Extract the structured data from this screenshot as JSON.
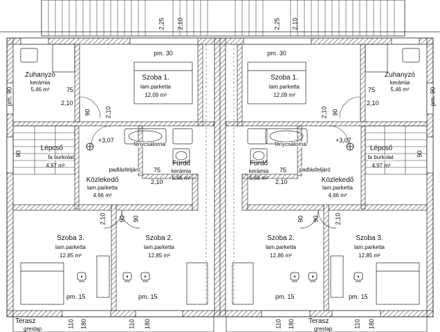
{
  "colors": {
    "wall": "#4a4a4a",
    "wall_fill": "#9c9c9c",
    "line": "#222222",
    "hatch": "#7a7a7a",
    "paper": "#ffffff"
  },
  "rooms": [
    {
      "id": "zuhanyzo-l",
      "name": "Zuhanyzó",
      "material": "kerámia",
      "area": "5,46 m²"
    },
    {
      "id": "szoba1-l",
      "name": "Szoba 1.",
      "material": "lam.parketta",
      "area": "12,09 m²"
    },
    {
      "id": "lepcso-l",
      "name": "Lépcső",
      "material": "fa burkolat",
      "area": "4,97 m²"
    },
    {
      "id": "furdo-l",
      "name": "Fürdő",
      "material": "kerámia",
      "area": "5,65 m²"
    },
    {
      "id": "kozlekedo-l",
      "name": "Közlekedő",
      "material": "lam.parketta",
      "area": "4,66 m²"
    },
    {
      "id": "szoba3-l",
      "name": "Szoba 3.",
      "material": "lam.parketta",
      "area": "12,85 m²"
    },
    {
      "id": "szoba2-l",
      "name": "Szoba 2.",
      "material": "lam.parketta",
      "area": "12,85 m²"
    },
    {
      "id": "szoba1-r",
      "name": "Szoba 1.",
      "material": "lam.parketta",
      "area": "12,09 m²"
    },
    {
      "id": "furdo-r",
      "name": "Fürdő",
      "material": "kerámia",
      "area": "5,65 m²"
    },
    {
      "id": "kozlekedo-r",
      "name": "Közlekedő",
      "material": "lam.parketta",
      "area": "4,66 m²"
    },
    {
      "id": "zuhanyzo-r",
      "name": "Zuhanyzó",
      "material": "kerámia",
      "area": "5,46 m²"
    },
    {
      "id": "lepcso-r",
      "name": "Lépcső",
      "material": "fa burkolat",
      "area": "4,97 m²"
    },
    {
      "id": "szoba2-r",
      "name": "Szoba 2.",
      "material": "lam.parketta",
      "area": "12,86 m²"
    },
    {
      "id": "szoba3-r",
      "name": "Szoba 3.",
      "material": "lam.parketta",
      "area": "12,85 m²"
    }
  ],
  "terraces": [
    {
      "name": "Terasz",
      "material": "greslap"
    },
    {
      "name": "Terasz",
      "material": "greslap"
    }
  ],
  "notes": {
    "fenyes_left": "fénycsatorna",
    "fenyes_right": "fénycsatorna",
    "padlas_left": "padlásfeljáró",
    "padlas_right": "padlásfeljáró",
    "level_left": "+3,07",
    "level_right": "+3,07"
  },
  "dims": {
    "d225": "2,25",
    "d210": "2,10",
    "d75": "75",
    "d90": "90",
    "d110": "110",
    "d180": "180",
    "pm30": "pm. 30",
    "pm15": "pm. 15",
    "pm90": "pm. 90"
  }
}
